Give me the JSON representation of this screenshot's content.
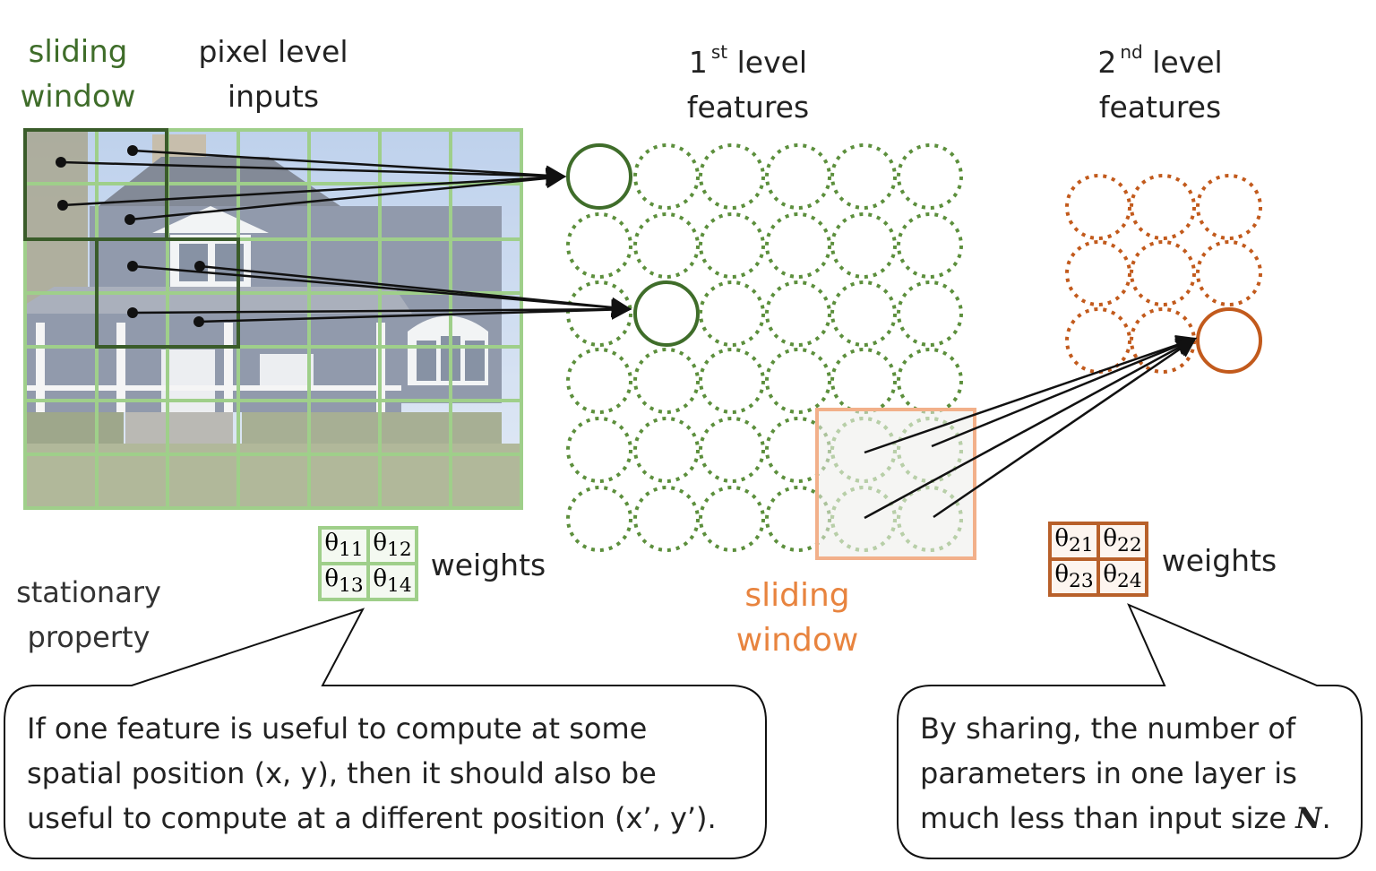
{
  "labels": {
    "sliding_window_1": "sliding\nwindow",
    "pixel_level_inputs": "pixel level\ninputs",
    "first_level_prefix": "1",
    "first_level_sup": "st",
    "first_level_rest": " level",
    "first_level_features": "features",
    "second_level_prefix": "2",
    "second_level_sup": "nd",
    "second_level_rest": " level",
    "second_level_features": "features",
    "stationary_property": "stationary\nproperty",
    "sliding_window_2": "sliding\nwindow",
    "weights_1": "weights",
    "weights_2": "weights"
  },
  "weights_1": [
    "θ",
    "11",
    "θ",
    "12",
    "θ",
    "13",
    "θ",
    "14"
  ],
  "weights_2": [
    "θ",
    "21",
    "θ",
    "22",
    "θ",
    "23",
    "θ",
    "24"
  ],
  "callouts": {
    "left_line1": "If one feature is useful to compute at some",
    "left_line2": "spatial position (x, y), then it should also be",
    "left_line3": "useful to compute at a different position (x’, y’).",
    "right_line1": "By sharing, the number of",
    "right_line2": "parameters in one layer is",
    "right_line3_pre": "much less than input size ",
    "right_line3_var": "N",
    "right_line3_post": "."
  },
  "colors": {
    "dark_green": "#3f6d2a",
    "light_green": "#9fcf8a",
    "dashed_green": "#5c8f3c",
    "orange": "#c25a1c",
    "light_orange": "#f2b08a"
  }
}
